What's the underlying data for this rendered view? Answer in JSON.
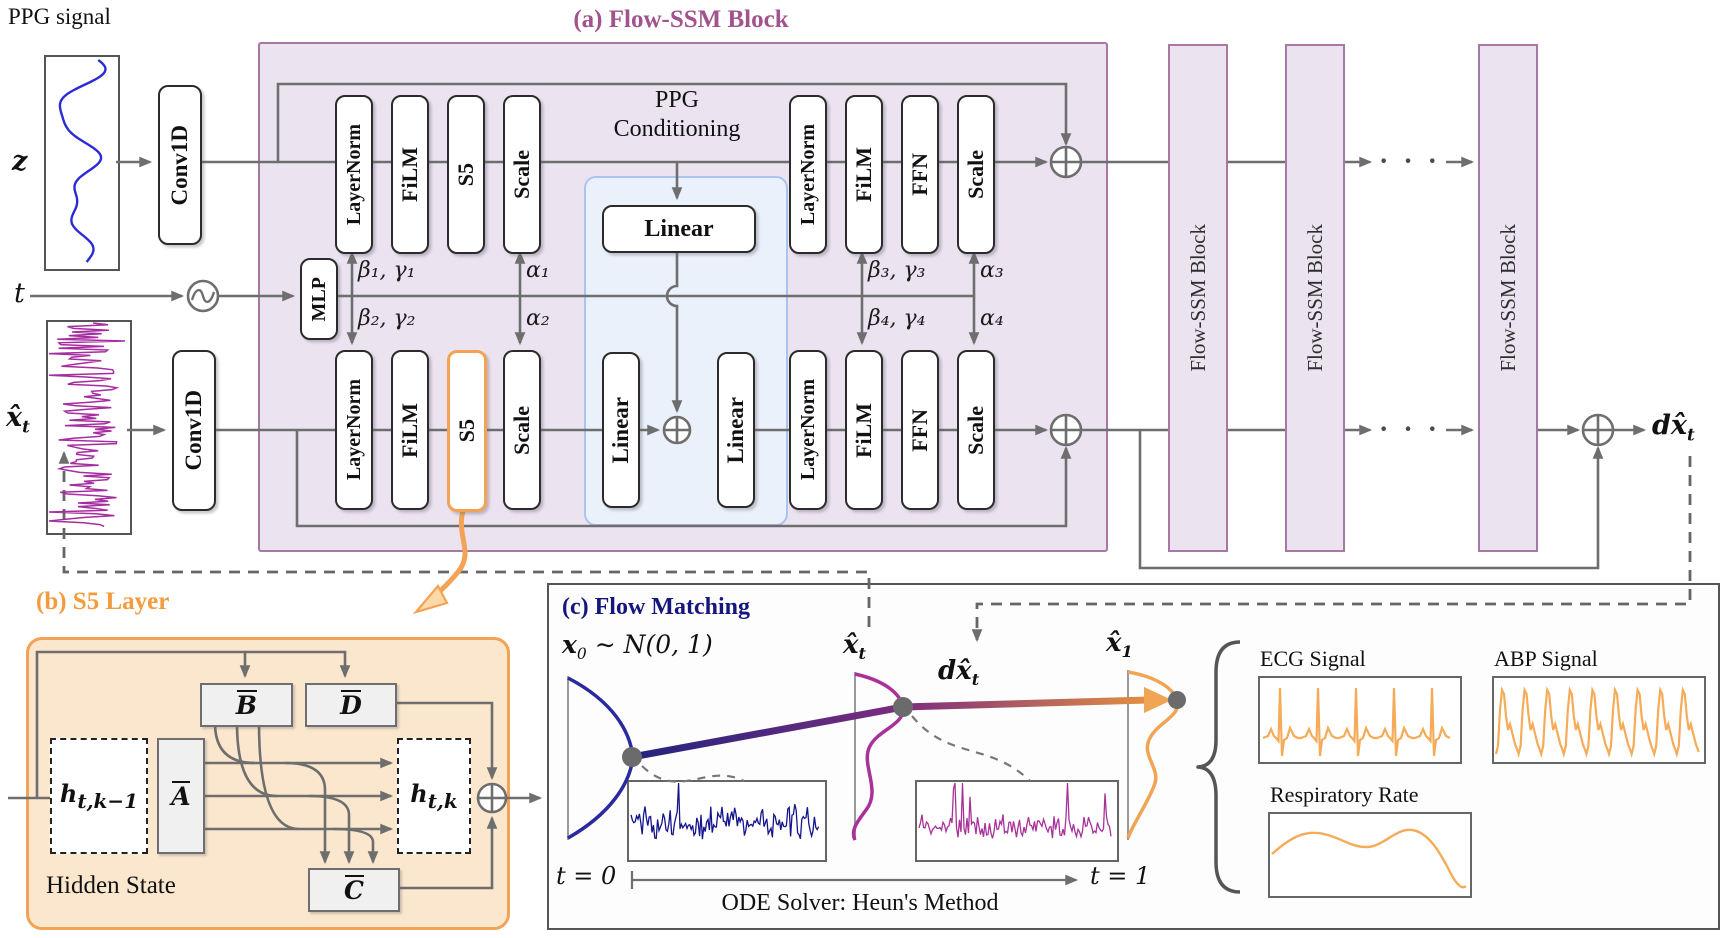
{
  "colors": {
    "purple_fill": "#ece3f1",
    "purple_border": "#a878a4",
    "plum_title": "#a2538e",
    "orange": "#f2a355",
    "orange_fill": "#fbe7cd",
    "navy_title": "#15157e",
    "blue_fill": "#ebf1fb",
    "blue_border": "#abc4ef",
    "wire_gray": "#6e6e6e",
    "signal_blue": "#2b2bd6",
    "signal_magenta": "#a62da0",
    "signal_orange": "#f5ab57",
    "noise_navy": "#14148c"
  },
  "inputs": {
    "ppg_label": "PPG signal",
    "z": "z",
    "t": "t",
    "xt": {
      "main": "x̂",
      "sub": "t"
    },
    "conv1d_top": "Conv1D",
    "conv1d_bottom": "Conv1D"
  },
  "flow_ssm": {
    "title": "(a) Flow-SSM Block",
    "cond_line1": "PPG",
    "cond_line2": "Conditioning",
    "mlp": "MLP",
    "top_left": [
      "LayerNorm",
      "FiLM",
      "S5",
      "Scale"
    ],
    "top_right": [
      "LayerNorm",
      "FiLM",
      "FFN",
      "Scale"
    ],
    "bottom_left": [
      "LayerNorm",
      "FiLM",
      "S5",
      "Scale"
    ],
    "bottom_right": [
      "LayerNorm",
      "FiLM",
      "FFN",
      "Scale"
    ],
    "linear_top": "Linear",
    "linear_left": "Linear",
    "linear_right": "Linear",
    "params": {
      "b1": "β₁, γ₁",
      "a1": "α₁",
      "b2": "β₂, γ₂",
      "a2": "α₂",
      "b3": "β₃, γ₃",
      "a3": "α₃",
      "b4": "β₄, γ₄",
      "a4": "α₄"
    }
  },
  "stack": {
    "blocks": [
      "Flow-SSM Block",
      "Flow-SSM Block",
      "Flow-SSM Block"
    ],
    "dots": "· · ·",
    "output": {
      "main": "dx̂",
      "sub": "t"
    }
  },
  "s5_layer": {
    "title": "(b) S5 Layer",
    "hidden_state": "Hidden State",
    "h_prev": {
      "main": "h",
      "sub": "t,k−1"
    },
    "h_next": {
      "main": "h",
      "sub": "t,k"
    },
    "A": "A",
    "B": "B",
    "C": "C",
    "D": "D"
  },
  "flow_matching": {
    "title": "(c) Flow Matching",
    "x0": {
      "main": "x",
      "sub": "0",
      "rest": " ∼ N(0, 1)"
    },
    "xt": {
      "main": "x̂",
      "sub": "t"
    },
    "dxt": {
      "main": "dx̂",
      "sub": "t"
    },
    "x1": {
      "main": "x̂",
      "sub": "1"
    },
    "t0": "t = 0",
    "t1": "t = 1",
    "ode": "ODE Solver: Heun's Method"
  },
  "outputs": {
    "ecg": "ECG Signal",
    "abp": "ABP Signal",
    "resp": "Respiratory Rate"
  }
}
